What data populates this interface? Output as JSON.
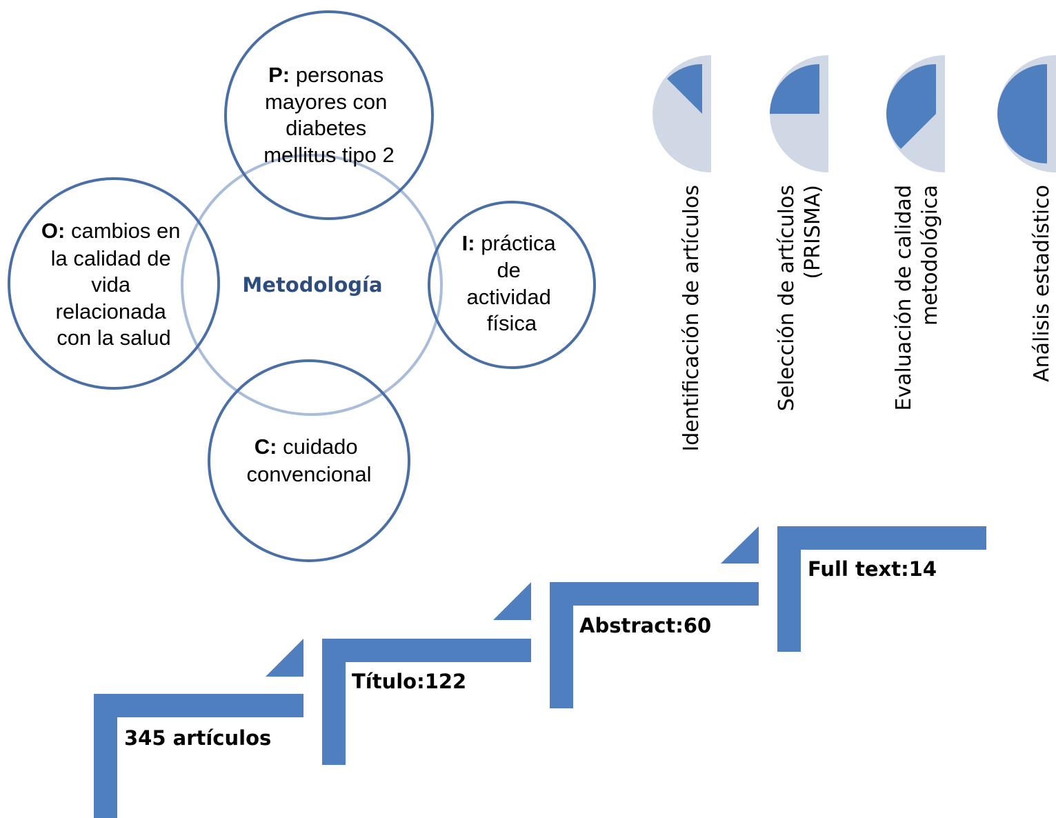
{
  "pico": {
    "center_label": "Metodología",
    "population": {
      "letter": "P:",
      "lines": [
        "personas",
        "mayores con",
        "diabetes",
        "mellitus tipo 2"
      ]
    },
    "intervention": {
      "letter": "I:",
      "lines": [
        "práctica",
        "de",
        "actividad",
        "física"
      ]
    },
    "comparison": {
      "letter": "C:",
      "lines": [
        "cuidado",
        "convencional"
      ]
    },
    "outcome": {
      "letter": "O:",
      "lines": [
        "cambios en",
        "la calidad de",
        "vida",
        "relacionada",
        "con la salud"
      ]
    }
  },
  "phases": [
    {
      "lines": [
        "Identificación de artículos"
      ],
      "progress": 0.125
    },
    {
      "lines": [
        "Selección de artículos",
        "(PRISMA)"
      ],
      "progress": 0.25
    },
    {
      "lines": [
        "Evaluación de calidad",
        "metodológica"
      ],
      "progress": 0.375
    },
    {
      "lines": [
        "Análisis estadístico"
      ],
      "progress": 0.5
    }
  ],
  "steps": [
    {
      "label": "345 artículos"
    },
    {
      "label": "Título:122"
    },
    {
      "label": "Abstract:60"
    },
    {
      "label": "Full text:14"
    }
  ],
  "colors": {
    "circle_stroke": "#4a6fa5",
    "center_stroke": "#a9bcd8",
    "center_text": "#2e4d7f",
    "pie_fill": "#4f7fbf",
    "pie_background": "#d0d8e6",
    "step_fill": "#4f7fbf"
  }
}
